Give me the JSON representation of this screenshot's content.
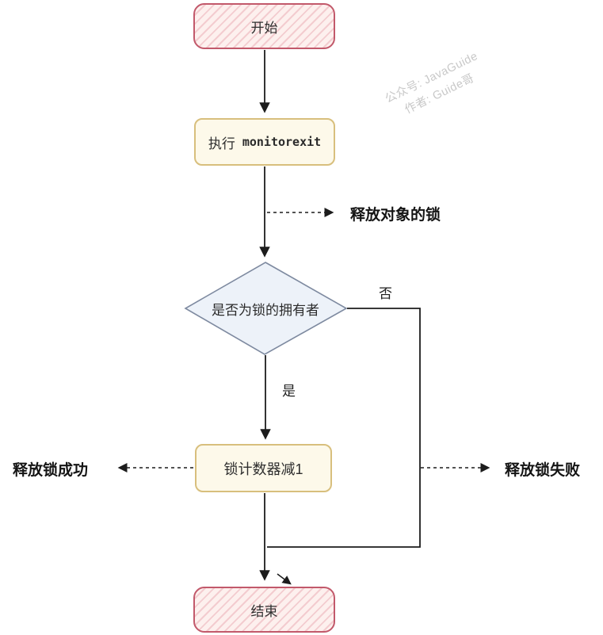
{
  "watermark": {
    "line1": "公众号: JavaGuide",
    "line2": "作者: Guide哥"
  },
  "nodes": {
    "start": {
      "label": "开始",
      "type": "terminator"
    },
    "execute": {
      "label_cjk": "执行",
      "label_code": "monitorexit",
      "type": "process"
    },
    "decision": {
      "label": "是否为锁的拥有者",
      "type": "decision"
    },
    "counter": {
      "label": "锁计数器减1",
      "type": "process"
    },
    "end": {
      "label": "结束",
      "type": "terminator"
    }
  },
  "edges": {
    "release_note": "释放对象的锁",
    "yes": "是",
    "no": "否",
    "success": "释放锁成功",
    "fail": "释放锁失败"
  },
  "colors": {
    "terminator_fill": "#fdf0ee",
    "terminator_hatch": "#e7a0aa",
    "terminator_border": "#c2596b",
    "process_fill": "#fdf9ea",
    "process_border": "#d8bf7d",
    "decision_fill": "#edf2f9",
    "decision_border": "#7e8aa0",
    "connector": "#1c1c1c",
    "watermark": "#c8c8c8",
    "background": "#ffffff"
  }
}
